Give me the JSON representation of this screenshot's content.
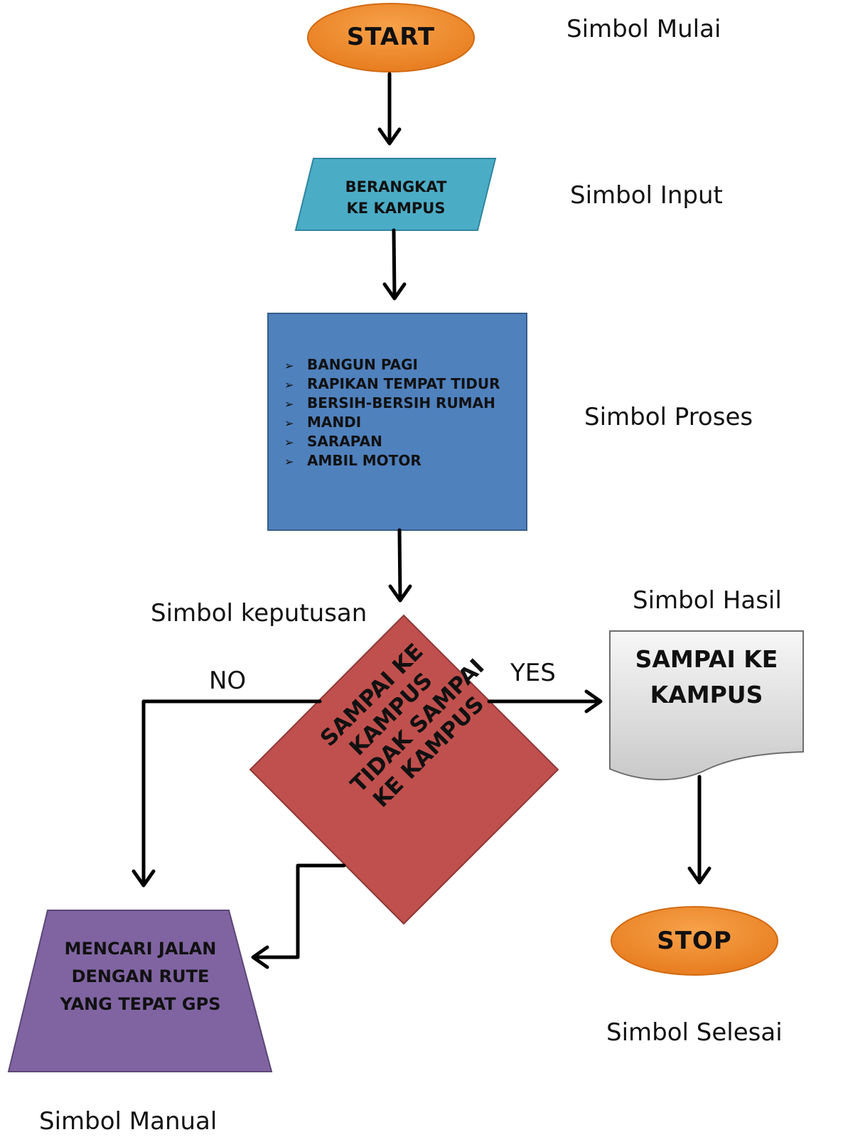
{
  "colors": {
    "terminal": "#ef8a2c",
    "input": "#4bacc6",
    "process": "#4f81bd",
    "decision": "#c0504d",
    "manual": "#8064a2",
    "document": "#e8e8e8",
    "arrow": "#000000"
  },
  "nodes": {
    "start": "START",
    "input": [
      "BERANGKAT",
      "KE KAMPUS"
    ],
    "process_items": [
      "BANGUN PAGI",
      "RAPIKAN TEMPAT TIDUR",
      "BERSIH-BERSIH RUMAH",
      "MANDI",
      "SARAPAN",
      "AMBIL MOTOR"
    ],
    "process_bullet": "➢",
    "decision": [
      "SAMPAI KE",
      "KAMPUS",
      "TIDAK SAMPAI",
      "KE KAMPUS"
    ],
    "output": [
      "SAMPAI KE",
      "KAMPUS"
    ],
    "manual": [
      "MENCARI JALAN",
      "DENGAN RUTE",
      "YANG TEPAT GPS"
    ],
    "stop": "STOP"
  },
  "edges": {
    "yes": "YES",
    "no": "NO"
  },
  "captions": {
    "start": "Simbol Mulai",
    "input": "Simbol Input",
    "process": "Simbol Proses",
    "decision": "Simbol keputusan",
    "output": "Simbol Hasil",
    "stop": "Simbol Selesai",
    "manual": "Simbol Manual"
  }
}
